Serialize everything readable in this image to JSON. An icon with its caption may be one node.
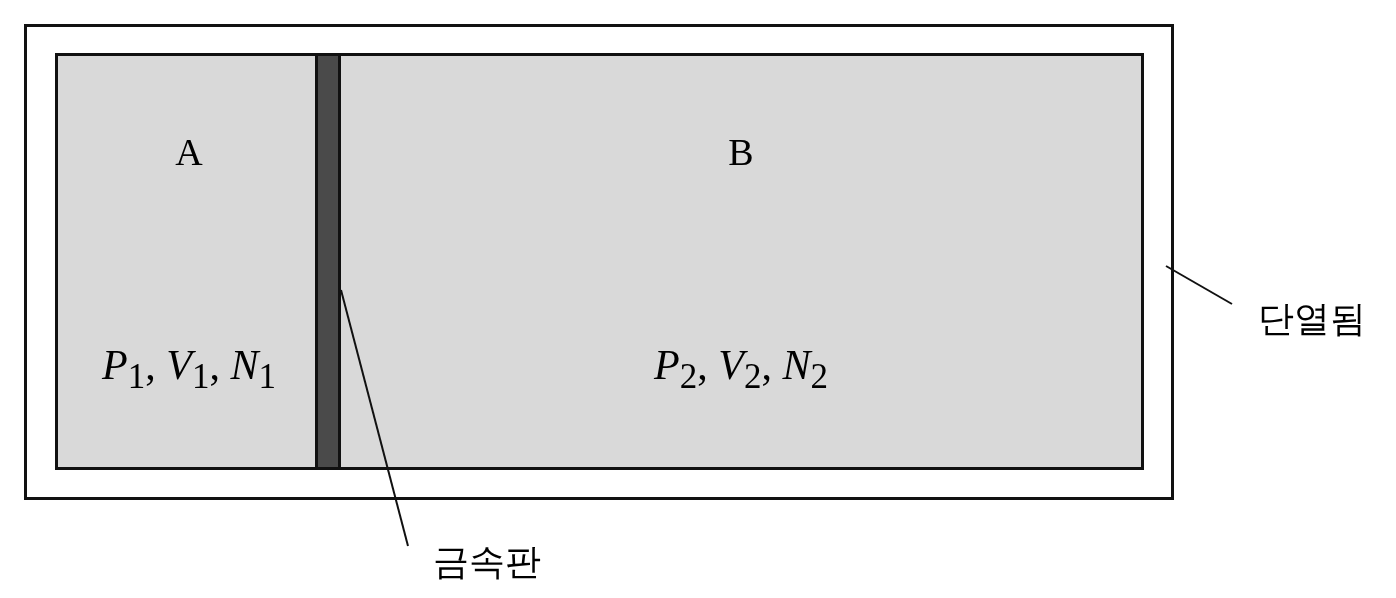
{
  "diagram": {
    "nodes": [
      {
        "text": [],
        "shape": "box"
      },
      {
        "text": [
          "A",
          "*P*$_{1}$, *V*$_{1}$, *N*$_{1}$"
        ],
        "in": 0
      },
      {
        "text": [],
        "shape": "bar",
        "in": 0
      },
      {
        "text": [
          "B",
          "*P*$_{2}$, *V*$_{2}$, *N*$_{2}$"
        ],
        "in": 0
      },
      {
        "text": [
          "단열됨"
        ]
      },
      {
        "text": [
          "금속판"
        ]
      }
    ],
    "edges": [
      {
        "from": 4,
        "to": 0,
        "arrow": "none"
      },
      {
        "from": 5,
        "to": 2,
        "arrow": "none"
      }
    ]
  }
}
